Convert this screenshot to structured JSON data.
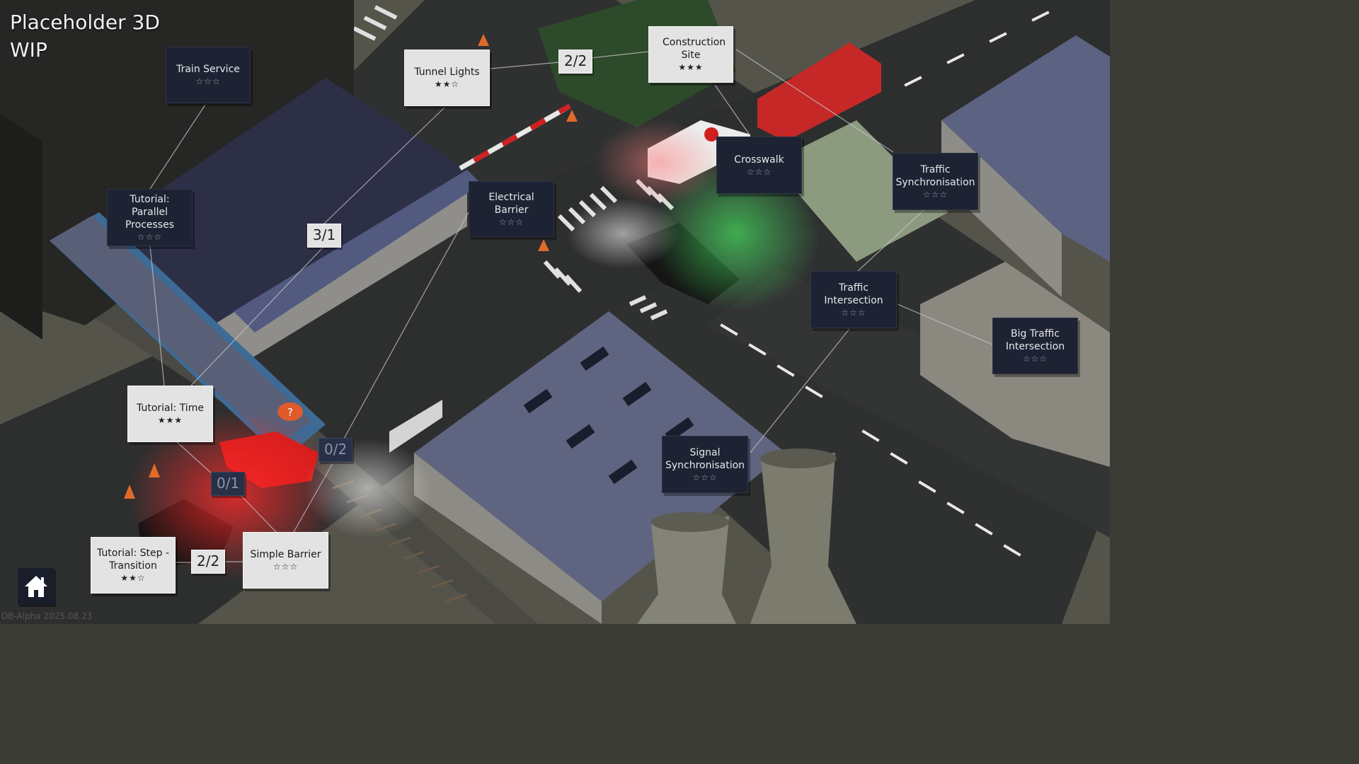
{
  "title": {
    "line1": "Placeholder 3D",
    "line2": "WIP"
  },
  "levels": {
    "train_service": {
      "name": "Train Service",
      "stars": "☆☆☆"
    },
    "tunnel_lights": {
      "name": "Tunnel Lights",
      "stars": "★★☆"
    },
    "construction_site": {
      "name": "Construction Site",
      "stars": "★★★"
    },
    "crosswalk": {
      "name": "Crosswalk",
      "stars": "☆☆☆"
    },
    "traffic_synchronisation": {
      "name": "Traffic Synchronisation",
      "stars": "☆☆☆"
    },
    "tutorial_parallel": {
      "name": "Tutorial: Parallel Processes",
      "stars": "☆☆☆"
    },
    "electrical_barrier": {
      "name": "Electrical Barrier",
      "stars": "☆☆☆"
    },
    "traffic_intersection": {
      "name": "Traffic Intersection",
      "stars": "☆☆☆"
    },
    "big_traffic_intersection": {
      "name": "Big Traffic Intersection",
      "stars": "☆☆☆"
    },
    "tutorial_time": {
      "name": "Tutorial: Time",
      "stars": "★★★"
    },
    "signal_synchronisation": {
      "name": "Signal Synchronisation",
      "stars": "☆☆☆"
    },
    "tutorial_step": {
      "name": "Tutorial: Step - Transition",
      "stars": "★★☆"
    },
    "simple_barrier": {
      "name": "Simple Barrier",
      "stars": "☆☆☆"
    }
  },
  "badges": {
    "b1": "2/2",
    "b2": "3/1",
    "b3": "0/2",
    "b4": "0/1",
    "b5": "2/2"
  },
  "scene_marker": "?",
  "build_label": "DB-Alpha 2025.08.23",
  "colors": {
    "dark_card": "#1d2333",
    "light_card": "#e3e3e3",
    "road": "#2f3030",
    "ground": "#55544b"
  },
  "icons": {
    "home": "home-icon"
  }
}
